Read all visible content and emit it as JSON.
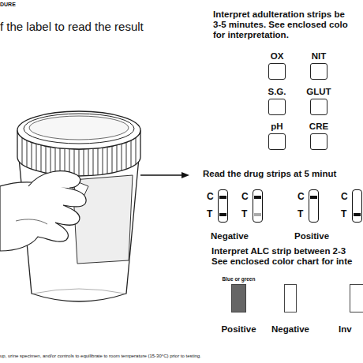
{
  "diagram": {
    "nodes": [
      {
        "text": [
          "OX"
        ]
      },
      {
        "text": [
          "NIT"
        ]
      },
      {
        "text": [
          "S.G."
        ]
      },
      {
        "text": [
          "GLUT"
        ]
      },
      {
        "text": [
          "pH"
        ]
      },
      {
        "text": [
          "CRE"
        ]
      },
      {
        "text": [
          "C",
          "T"
        ]
      },
      {
        "text": [
          "C",
          "T"
        ]
      },
      {
        "text": [
          "C",
          "T"
        ]
      },
      {
        "text": [
          "C",
          "T"
        ]
      },
      {
        "text": [
          "Blue or green",
          "Positive"
        ]
      },
      {
        "text": [
          "Negative"
        ]
      },
      {
        "text": [
          "Inv"
        ]
      }
    ],
    "labels": [
      "DURE",
      "f the label to read the result",
      "Interpret adulteration strips be 3-5 minutes. See enclosed colo for interpretation.",
      "Read the drug strips at 5 minut",
      "Negative",
      "Positive",
      "Interpret ALC strip between 2-3 See enclosed color chart for inte",
      "up, urine specimen, and/or controls to equilibrate to room temperature (15-30°C) prior to testing."
    ]
  }
}
